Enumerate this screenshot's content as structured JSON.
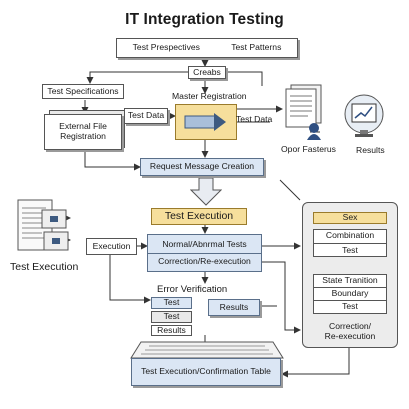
{
  "title": "IT Integration Testing",
  "top_row": {
    "left": "Test Prespectives",
    "right": "Test Patterns"
  },
  "creabs": "Creabs",
  "test_specifications": "Test Specifications",
  "master_registration": "Master Registration",
  "external_file_registration": "External File Registration",
  "test_data_left": "Test Data",
  "test_data_right": "Test Data",
  "opor_fasterus": "Opor Fasterus",
  "results_top": "Results",
  "request_message_creation": "Request Message Creation",
  "test_execution_header": "Test Execution",
  "test_execution_left": "Test Execution",
  "execution_label": "Execution",
  "normal_abnormal_tests": "Normal/Abnrmal Tests",
  "correction_reexecution": "Correction/Re-execution",
  "error_verification": "Error Verification",
  "stack_items": [
    "Test",
    "Test",
    "Results"
  ],
  "results_mid": "Results",
  "right_panel": {
    "sex": "Sex",
    "combination": "Combination",
    "test": "Test",
    "state_transition": "State Tranition",
    "boundary": "Boundary",
    "test2": "Test",
    "correction": "Correction/",
    "reexecution": "Re-execution"
  },
  "confirmation_table": "Test Execution/Confirmation Table",
  "colors": {
    "accent_blue": "#dbe6f4",
    "accent_yellow": "#f6df9c",
    "panel_grey": "#ececec",
    "line": "#333333"
  }
}
